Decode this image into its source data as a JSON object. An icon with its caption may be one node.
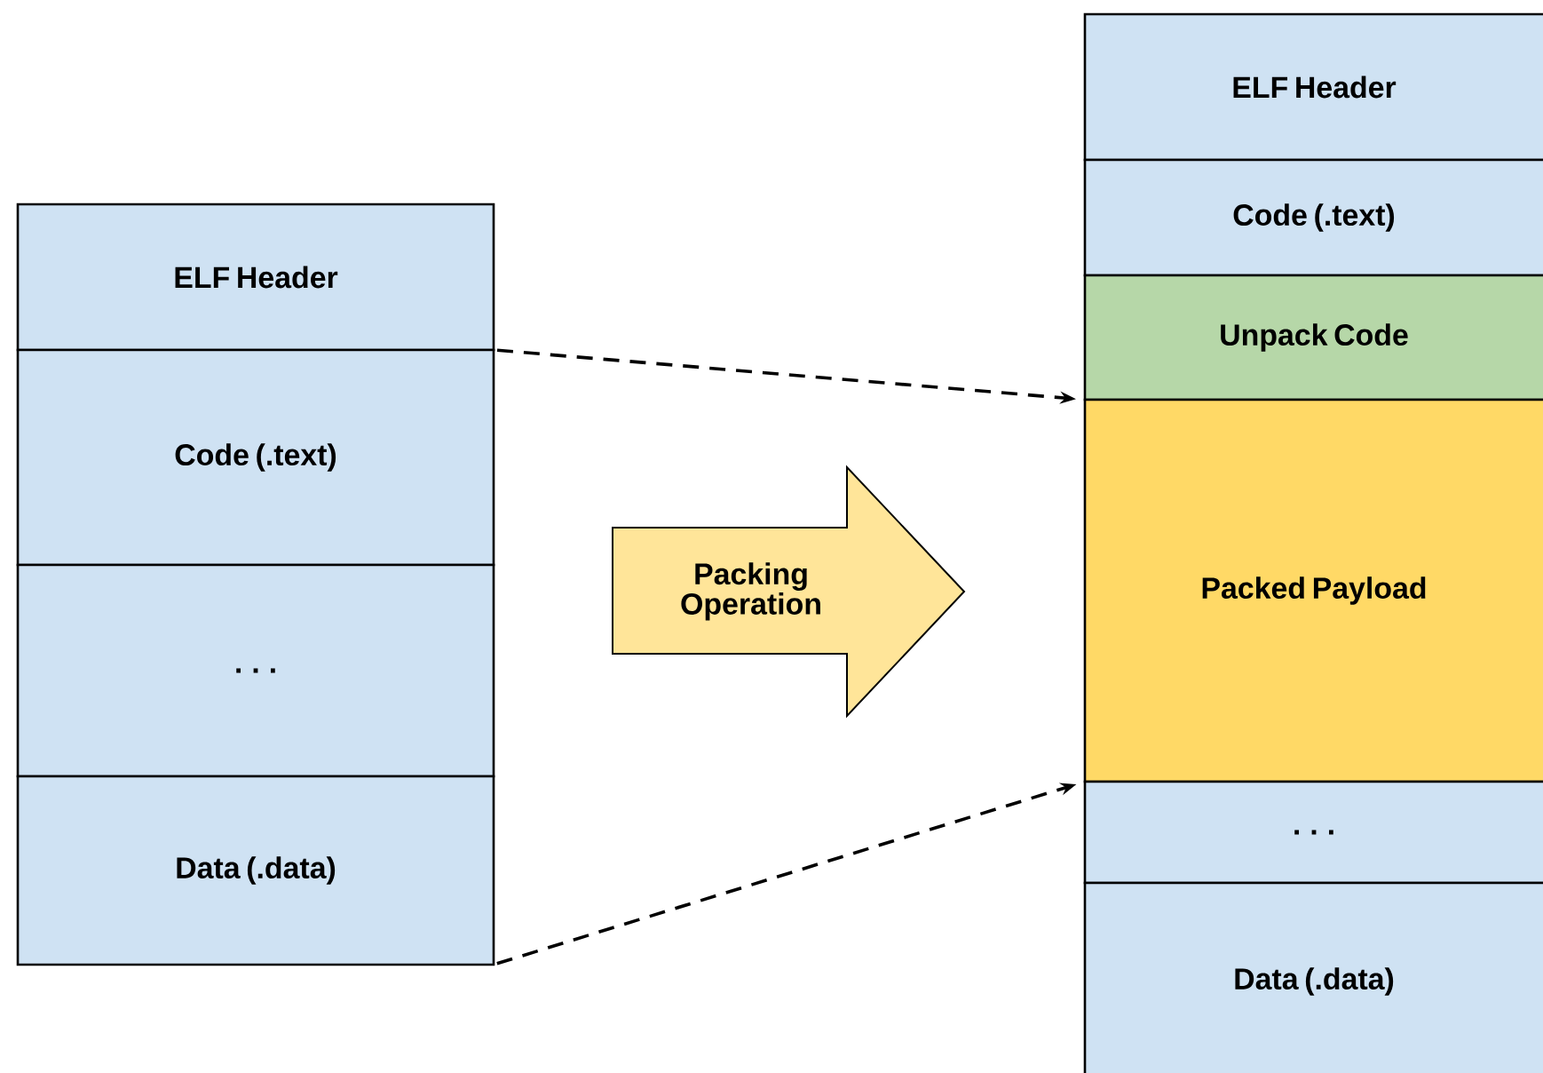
{
  "diagram": {
    "nodes": [
      {
        "text": [
          "ELF Header"
        ]
      },
      {
        "text": [
          "Code (.text)"
        ]
      },
      {
        "text": [
          ". . ."
        ]
      },
      {
        "text": [
          "Data (.data)"
        ]
      },
      {
        "text": [
          "Packing Operation"
        ]
      },
      {
        "text": [
          "ELF Header"
        ]
      },
      {
        "text": [
          "Code (.text)"
        ]
      },
      {
        "text": [
          "Unpack Code"
        ]
      },
      {
        "text": [
          "Packed Payload"
        ]
      },
      {
        "text": [
          ". . ."
        ]
      },
      {
        "text": [
          "Data (.data)"
        ]
      }
    ],
    "edges": [
      {
        "from": 1,
        "to": 8,
        "arrow": "to",
        "style": "dashed"
      },
      {
        "from": 3,
        "to": 8,
        "arrow": "to",
        "style": "dashed"
      }
    ]
  }
}
